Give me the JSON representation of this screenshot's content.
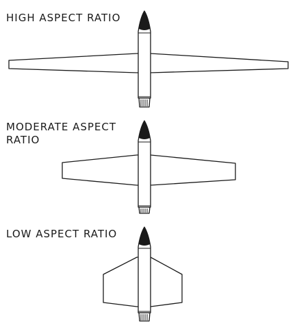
{
  "labels": {
    "high": "HIGH ASPECT RATIO",
    "moderate_line1": "MODERATE ASPECT",
    "moderate_line2": "RATIO",
    "low": "LOW ASPECT RATIO"
  },
  "colors": {
    "ink": "#1a1a1a",
    "paper": "#ffffff"
  }
}
